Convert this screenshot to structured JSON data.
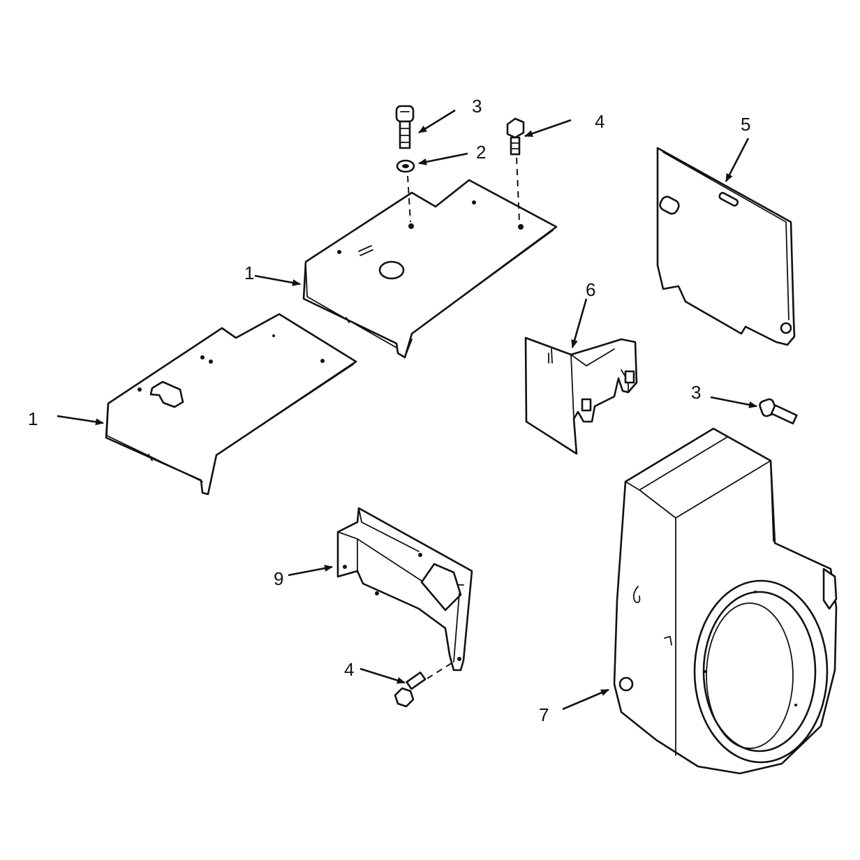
{
  "callouts": {
    "c1_upper": "1",
    "c1_lower": "1",
    "c2": "2",
    "c3_top": "3",
    "c3_right": "3",
    "c4_top": "4",
    "c4_bottom": "4",
    "c5": "5",
    "c6": "6",
    "c7": "7",
    "c9": "9"
  }
}
